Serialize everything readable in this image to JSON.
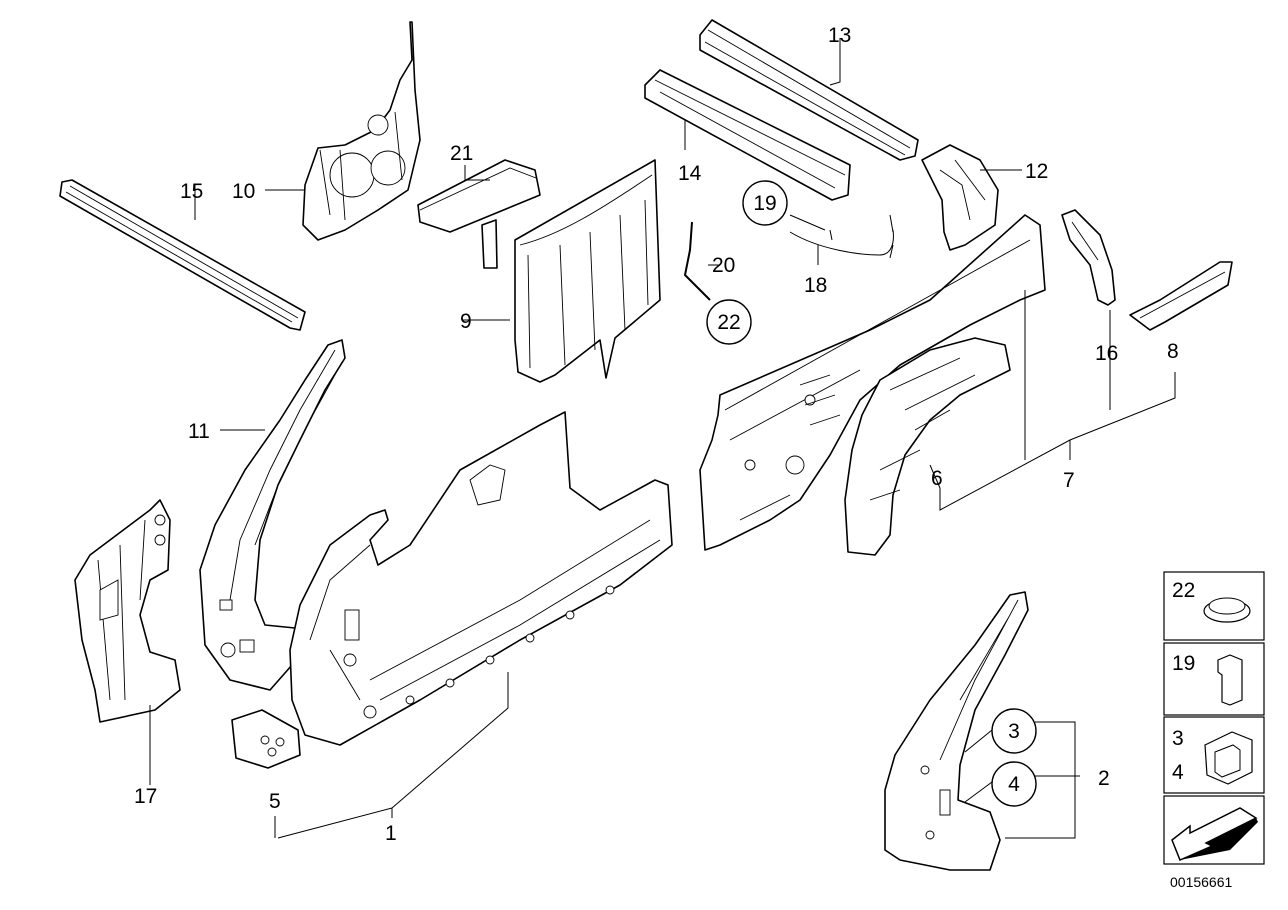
{
  "labels": {
    "l1": "1",
    "l2": "2",
    "l3": "3",
    "l4": "4",
    "l5": "5",
    "l6": "6",
    "l7": "7",
    "l8": "8",
    "l9": "9",
    "l10": "10",
    "l11": "11",
    "l12": "12",
    "l13": "13",
    "l14": "14",
    "l15": "15",
    "l16": "16",
    "l17": "17",
    "l18": "18",
    "l19": "19",
    "l20": "20",
    "l21": "21",
    "l22": "22"
  },
  "legend": {
    "item22": "22",
    "item19": "19",
    "item3": "3",
    "item4": "4"
  },
  "doc_id": "00156661"
}
